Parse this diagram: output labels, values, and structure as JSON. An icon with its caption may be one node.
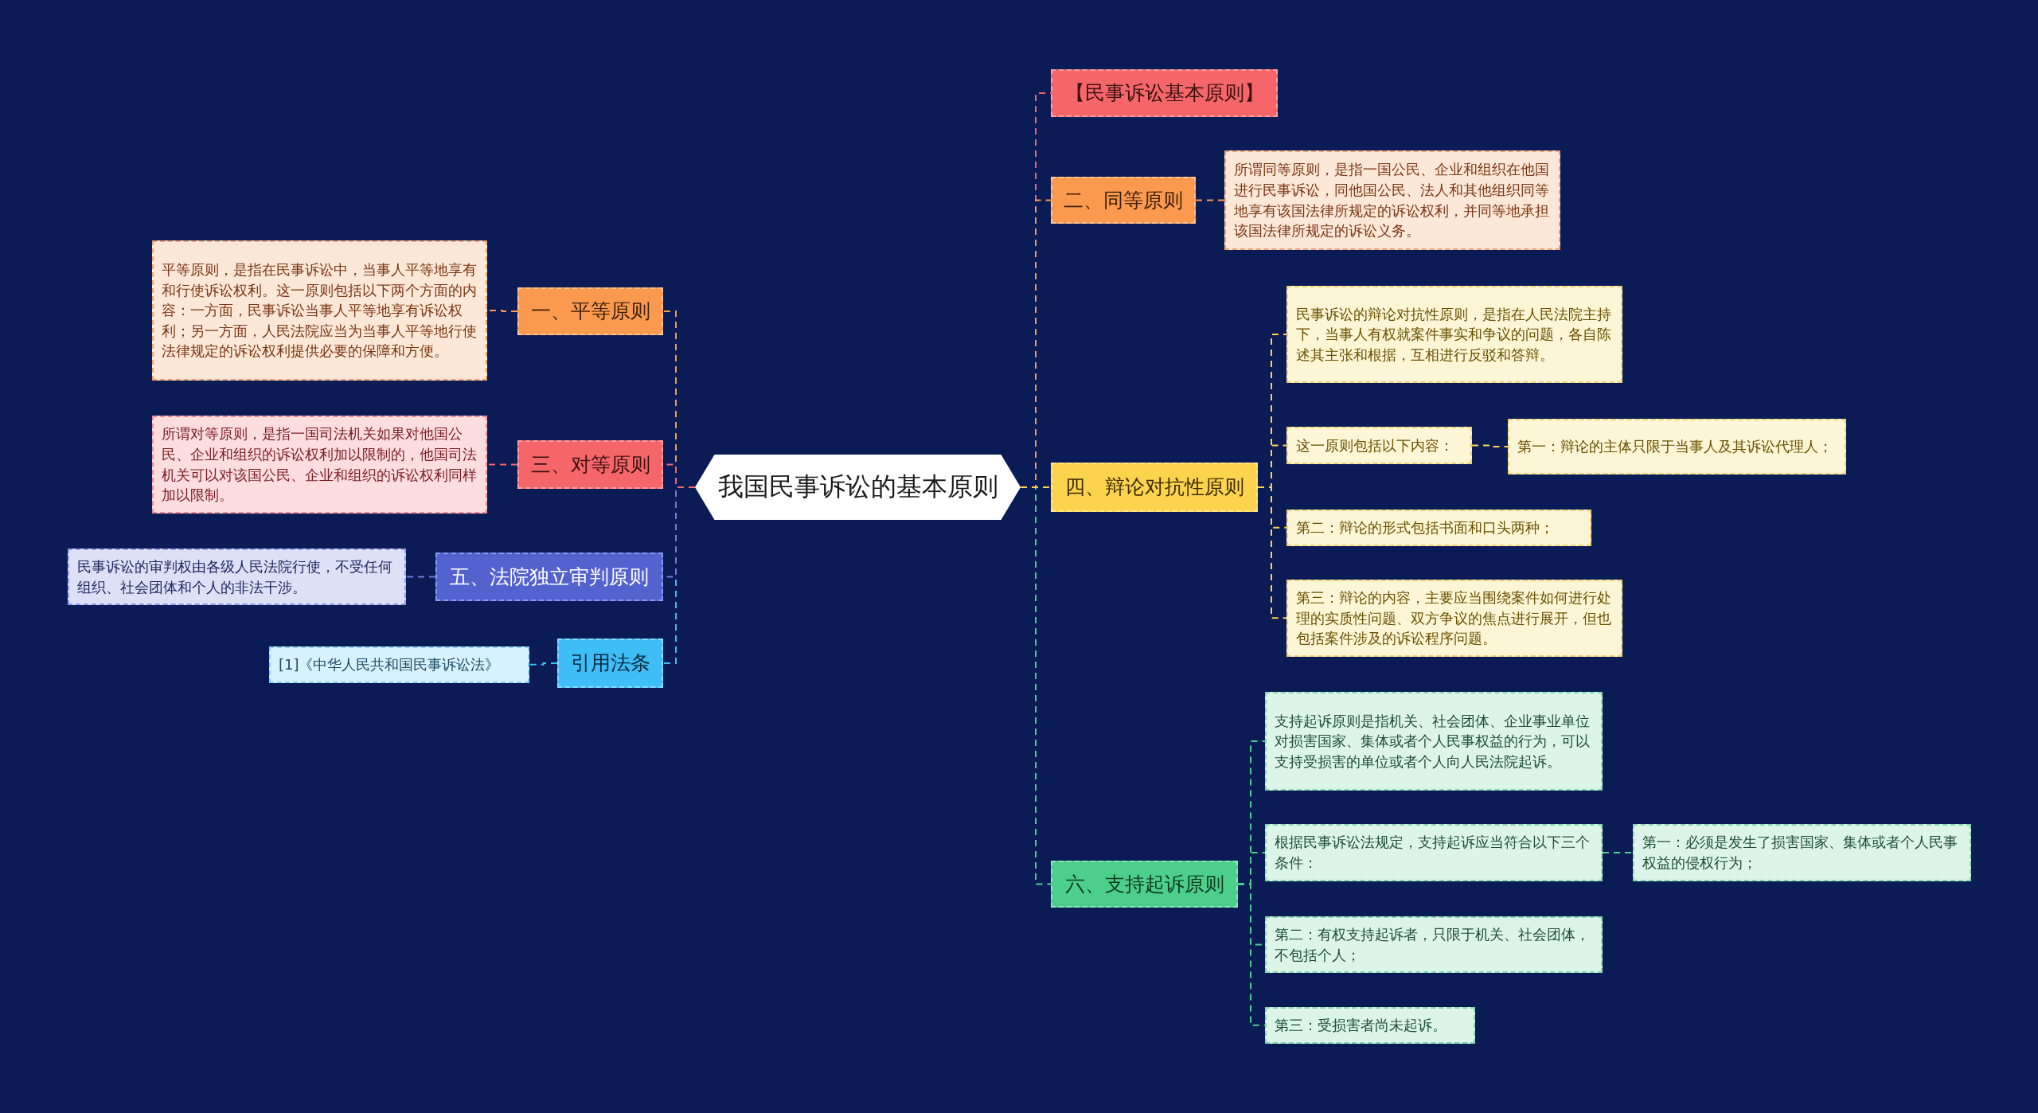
{
  "diagram": {
    "nodes": [
      {
        "text": [
          "我国民事诉讼的基本原则"
        ]
      },
      {
        "text": [
          "一、平等原则"
        ]
      },
      {
        "text": [
          "平等原则，是指在民事诉讼中，当事人平等地享有和行使诉讼权利。这一原则包括以下两个方面的内容：一方面，民事诉讼当事人平等地享有诉讼权利；另一方面，人民法院应当为当事人平等地行使法律规定的诉讼权利提供必要的保障和方便。"
        ]
      },
      {
        "text": [
          "三、对等原则"
        ]
      },
      {
        "text": [
          "所谓对等原则，是指一国司法机关如果对他国公民、企业和组织的诉讼权利加以限制的，他国司法机关可以对该国公民、企业和组织的诉讼权利同样加以限制。"
        ]
      },
      {
        "text": [
          "五、法院独立审判原则"
        ]
      },
      {
        "text": [
          "民事诉讼的审判权由各级人民法院行使，不受任何组织、社会团体和个人的非法干涉。"
        ]
      },
      {
        "text": [
          "引用法条"
        ]
      },
      {
        "text": [
          "[1]《中华人民共和国民事诉讼法》"
        ]
      },
      {
        "text": [
          "【民事诉讼基本原则】"
        ]
      },
      {
        "text": [
          "二、同等原则"
        ]
      },
      {
        "text": [
          "所谓同等原则，是指一国公民、企业和组织在他国进行民事诉讼，同他国公民、法人和其他组织同等地享有该国法律所规定的诉讼权利，并同等地承担该国法律所规定的诉讼义务。"
        ]
      },
      {
        "text": [
          "四、辩论对抗性原则"
        ]
      },
      {
        "text": [
          "民事诉讼的辩论对抗性原则，是指在人民法院主持下，当事人有权就案件事实和争议的问题，各自陈述其主张和根据，互相进行反驳和答辩。"
        ]
      },
      {
        "text": [
          "这一原则包括以下内容："
        ]
      },
      {
        "text": [
          "第一：辩论的主体只限于当事人及其诉讼代理人；"
        ]
      },
      {
        "text": [
          "第二：辩论的形式包括书面和口头两种；"
        ]
      },
      {
        "text": [
          "第三：辩论的内容，主要应当围绕案件如何进行处理的实质性问题、双方争议的焦点进行展开，但也包括案件涉及的诉讼程序问题。"
        ]
      },
      {
        "text": [
          "六、支持起诉原则"
        ]
      },
      {
        "text": [
          "支持起诉原则是指机关、社会团体、企业事业单位对损害国家、集体或者个人民事权益的行为，可以支持受损害的单位或者个人向人民法院起诉。"
        ]
      },
      {
        "text": [
          "根据民事诉讼法规定，支持起诉应当符合以下三个条件："
        ]
      },
      {
        "text": [
          "第一：必须是发生了损害国家、集体或者个人民事权益的侵权行为；"
        ]
      },
      {
        "text": [
          "第二：有权支持起诉者，只限于机关、社会团体，不包括个人；"
        ]
      },
      {
        "text": [
          "第三：受损害者尚未起诉。"
        ]
      }
    ],
    "edges": [
      {
        "from": 0,
        "to": 1,
        "arrow": "none",
        "color": "#fb9a4f"
      },
      {
        "from": 1,
        "to": 2,
        "arrow": "none",
        "color": "#fb9a4f"
      },
      {
        "from": 0,
        "to": 3,
        "arrow": "none",
        "color": "#f4666a"
      },
      {
        "from": 3,
        "to": 4,
        "arrow": "none",
        "color": "#f4666a"
      },
      {
        "from": 0,
        "to": 5,
        "arrow": "none",
        "color": "#6f7be0"
      },
      {
        "from": 5,
        "to": 6,
        "arrow": "none",
        "color": "#6f7be0"
      },
      {
        "from": 0,
        "to": 7,
        "arrow": "none",
        "color": "#3fbdf6"
      },
      {
        "from": 7,
        "to": 8,
        "arrow": "none",
        "color": "#3fbdf6"
      },
      {
        "from": 0,
        "to": 9,
        "arrow": "none",
        "color": "#f4666a"
      },
      {
        "from": 0,
        "to": 10,
        "arrow": "none",
        "color": "#fb9a4f"
      },
      {
        "from": 10,
        "to": 11,
        "arrow": "none",
        "color": "#fb9a4f"
      },
      {
        "from": 0,
        "to": 12,
        "arrow": "none",
        "color": "#fcd34d"
      },
      {
        "from": 12,
        "to": 13,
        "arrow": "none",
        "color": "#fcd34d"
      },
      {
        "from": 12,
        "to": 14,
        "arrow": "none",
        "color": "#fcd34d"
      },
      {
        "from": 14,
        "to": 15,
        "arrow": "none",
        "color": "#fcd34d"
      },
      {
        "from": 12,
        "to": 16,
        "arrow": "none",
        "color": "#fcd34d"
      },
      {
        "from": 12,
        "to": 17,
        "arrow": "none",
        "color": "#fcd34d"
      },
      {
        "from": 0,
        "to": 18,
        "arrow": "none",
        "color": "#4ccf8a"
      },
      {
        "from": 18,
        "to": 19,
        "arrow": "none",
        "color": "#4ccf8a"
      },
      {
        "from": 18,
        "to": 20,
        "arrow": "none",
        "color": "#4ccf8a"
      },
      {
        "from": 20,
        "to": 21,
        "arrow": "none",
        "color": "#4ccf8a"
      },
      {
        "from": 18,
        "to": 22,
        "arrow": "none",
        "color": "#4ccf8a"
      },
      {
        "from": 18,
        "to": 23,
        "arrow": "none",
        "color": "#4ccf8a"
      }
    ]
  }
}
